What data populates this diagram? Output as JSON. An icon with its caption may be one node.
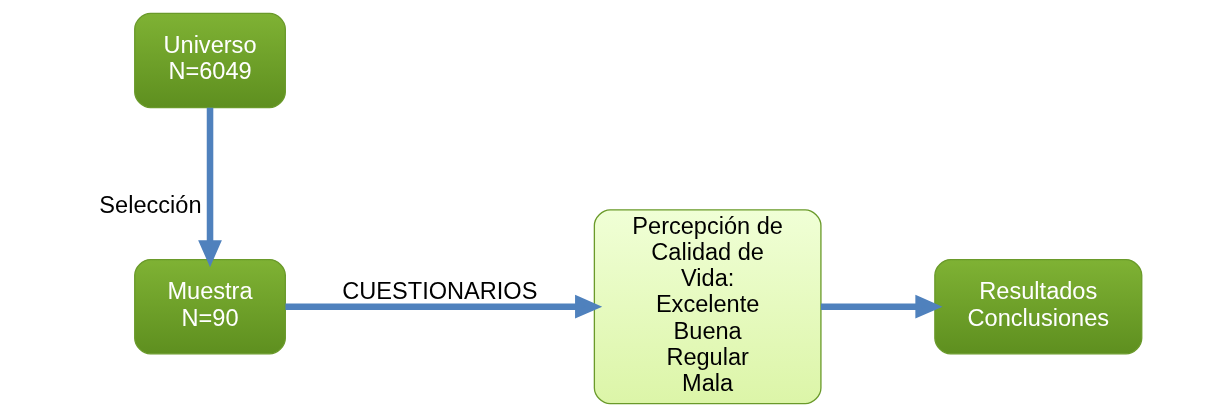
{
  "diagram": {
    "nodes": [
      {
        "text": [
          "Universo N=6049"
        ]
      },
      {
        "text": [
          "Muestra N=90"
        ]
      },
      {
        "text": [
          "Percepción de Calidad de Vida: Excelente Buena Regular Mala"
        ]
      },
      {
        "text": [
          "Resultados Conclusiones"
        ]
      }
    ],
    "edges": [
      {
        "from": 0,
        "to": 1,
        "arrow": "to",
        "label": "Selección"
      },
      {
        "from": 1,
        "to": 2,
        "arrow": "to",
        "label": "CUESTIONARIOS"
      },
      {
        "from": 2,
        "to": 3,
        "arrow": "to"
      }
    ]
  }
}
